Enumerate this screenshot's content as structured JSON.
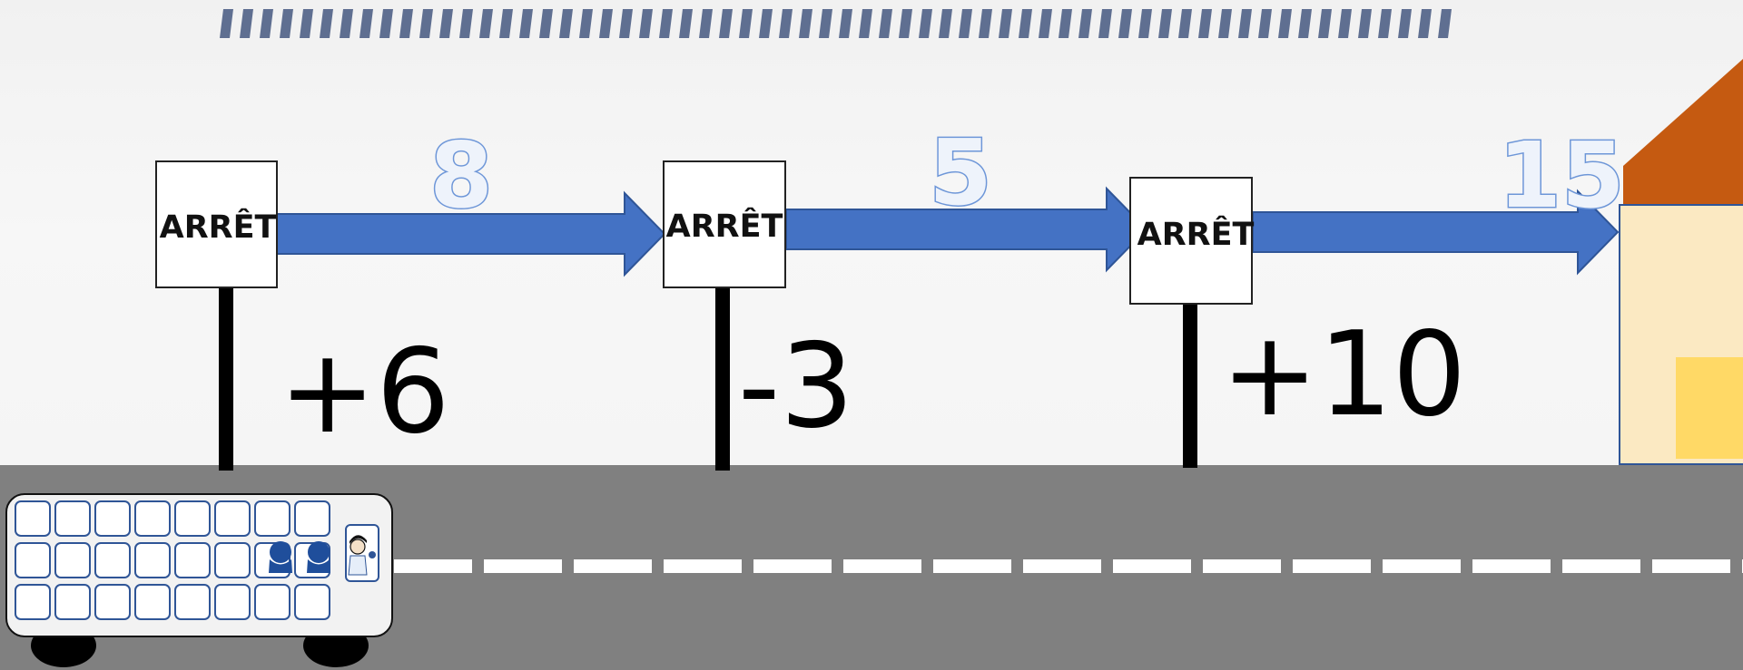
{
  "stops": [
    {
      "sign": "ARRÊT",
      "change": "+6",
      "count_after_arrow": "8"
    },
    {
      "sign": "ARRÊT",
      "change": "-3",
      "count_after_arrow": "5"
    },
    {
      "sign": "ARRÊT",
      "change": "+10",
      "count_after_arrow": "15"
    }
  ],
  "bus": {
    "seat_count": 24,
    "passengers_seated": 2
  },
  "colors": {
    "arrow": "#4472c4",
    "arrow_border": "#2f5597",
    "road": "#808080",
    "road_marking": "#ffffff",
    "top_stripes": "#5f6f91",
    "house_roof": "#c55a11",
    "house_wall": "#fbe9c2",
    "house_door": "#ffd966",
    "seat_border": "#2f5597",
    "passenger": "#1f4e9b"
  },
  "icons": [
    "bus-stop-sign",
    "arrow-right",
    "bus",
    "passenger-silhouette",
    "driver",
    "house"
  ]
}
